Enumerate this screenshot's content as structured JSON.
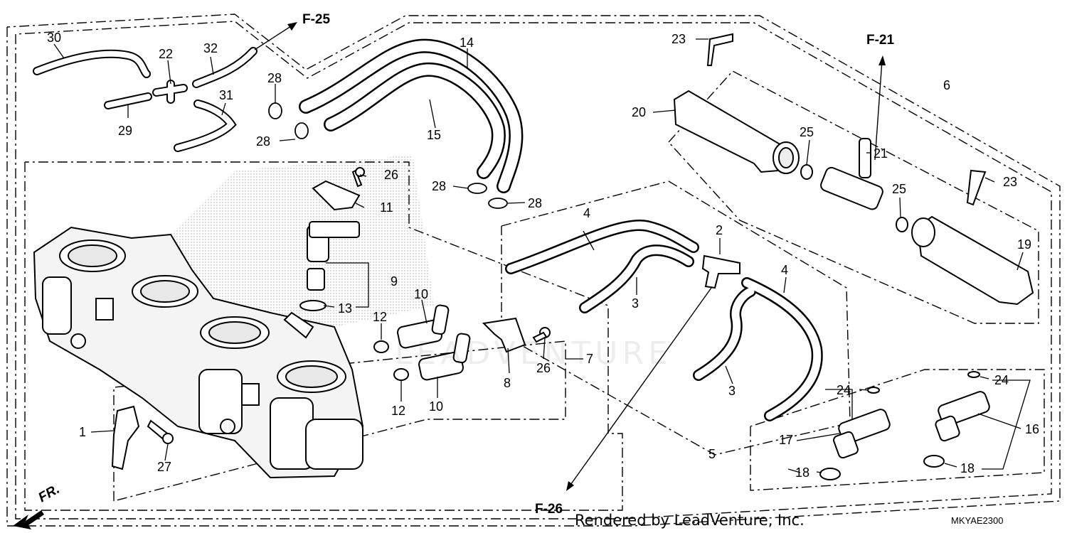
{
  "diagram": {
    "part_labels": {
      "p1": "1",
      "p2": "2",
      "p3a": "3",
      "p3b": "3",
      "p4a": "4",
      "p4b": "4",
      "p5": "5",
      "p6": "6",
      "p7": "7",
      "p8": "8",
      "p9": "9",
      "p10a": "10",
      "p10b": "10",
      "p11": "11",
      "p12a": "12",
      "p12b": "12",
      "p13": "13",
      "p14": "14",
      "p15": "15",
      "p16": "16",
      "p17": "17",
      "p18a": "18",
      "p18b": "18",
      "p19": "19",
      "p20": "20",
      "p21": "21",
      "p22": "22",
      "p23a": "23",
      "p23b": "23",
      "p24a": "24",
      "p24b": "24",
      "p25a": "25",
      "p25b": "25",
      "p26a": "26",
      "p26b": "26",
      "p27": "27",
      "p28a": "28",
      "p28b": "28",
      "p28c": "28",
      "p28d": "28",
      "p29": "29",
      "p30": "30",
      "p31": "31",
      "p32": "32"
    },
    "references": {
      "f25": "F-25",
      "f21": "F-21",
      "f26": "F-26"
    },
    "direction": "FR.",
    "watermark": "LEADVENTURE",
    "credit": "Rendered by LeadVenture, Inc.",
    "diagram_code": "MKYAE2300"
  }
}
